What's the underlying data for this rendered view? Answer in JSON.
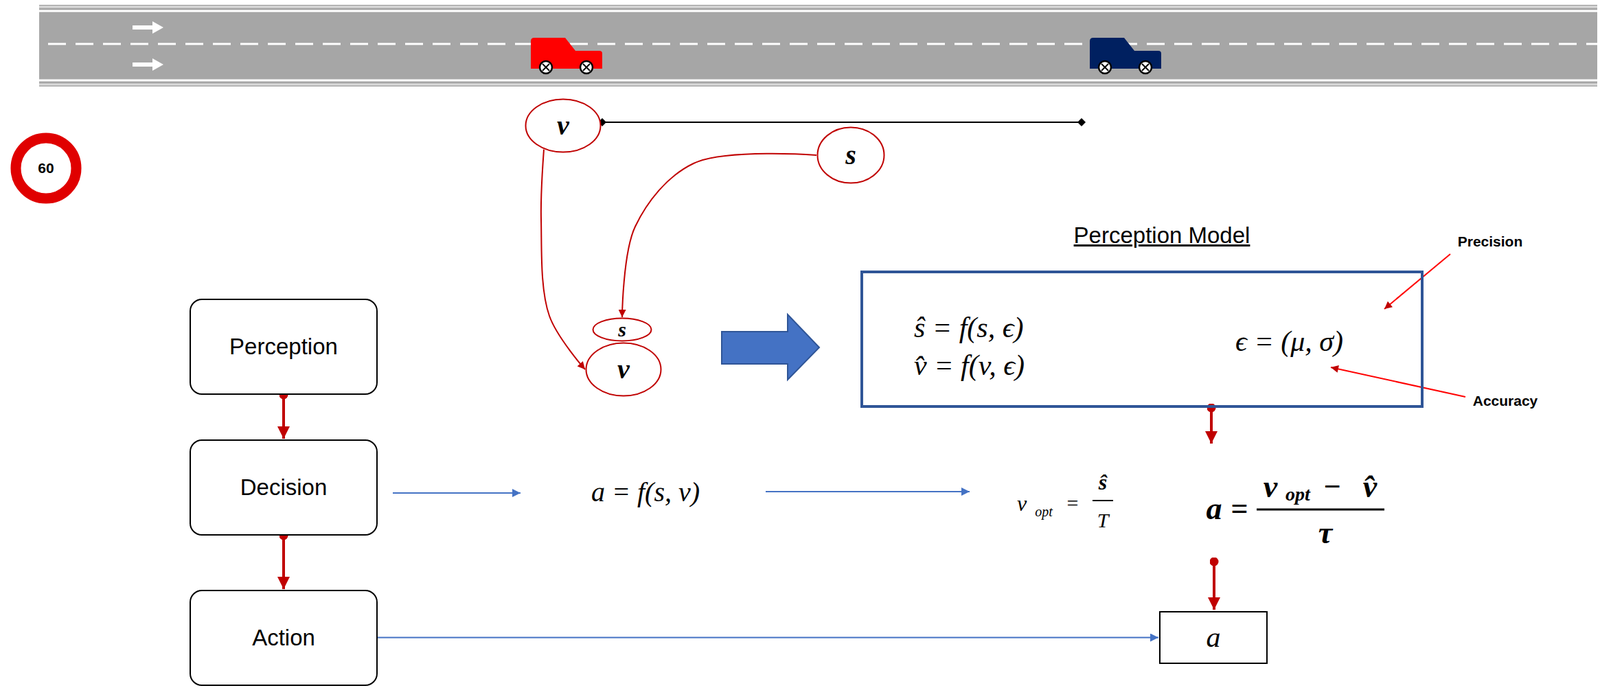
{
  "diagram": {
    "nodes": [
      {
        "text": [
          "60"
        ]
      },
      {
        "text": [
          "v"
        ]
      },
      {
        "text": [
          "s"
        ]
      },
      {
        "text": [
          "Perception Model",
          "ŝ = f(s, ϵ)",
          "v̂ = f(v, ϵ)",
          "ϵ = (μ, σ)"
        ]
      },
      {
        "text": [
          "Perception"
        ]
      },
      {
        "text": [
          "s"
        ]
      },
      {
        "text": [
          "v"
        ]
      },
      {
        "text": [
          "Decision"
        ]
      },
      {
        "text": [
          "Action"
        ]
      },
      {
        "text": [
          "a"
        ]
      }
    ],
    "edges": [
      {
        "from": 4,
        "to": 7,
        "arrow": "to"
      },
      {
        "from": 7,
        "to": 8,
        "arrow": "to"
      },
      {
        "from": 1,
        "to": 6,
        "arrow": "to"
      },
      {
        "from": 2,
        "to": 5,
        "arrow": "to"
      },
      {
        "from": 8,
        "to": 9,
        "arrow": "to"
      }
    ],
    "labels": [
      "a = f(s, v)",
      "v",
      "opt",
      "=",
      "ŝ",
      "T",
      "a",
      "=",
      "v",
      "opt",
      "−",
      "v̂",
      "τ",
      "Precision",
      "Accuracy"
    ]
  }
}
